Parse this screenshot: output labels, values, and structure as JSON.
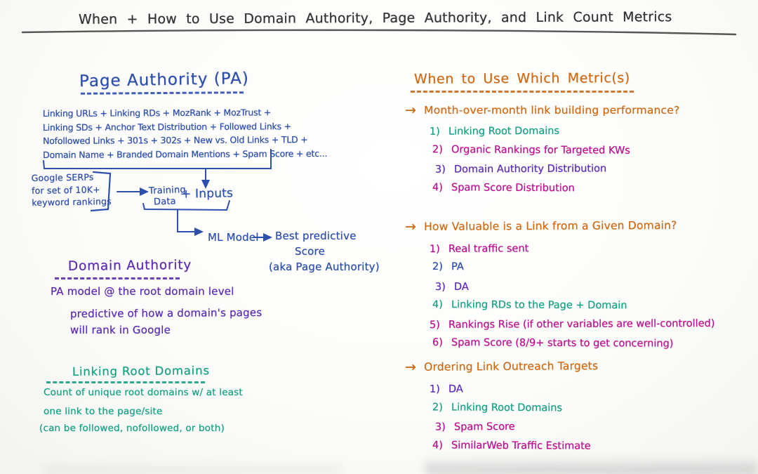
{
  "palette": {
    "ink": "#333333",
    "blue": "#2d4fae",
    "purple": "#5c2db2",
    "teal": "#16a184",
    "orange": "#cf6a14",
    "magenta": "#ba118f"
  },
  "title": "When + How to Use Domain Authority, Page Authority, and Link Count Metrics",
  "page_authority": {
    "heading": "Page Authority (PA)",
    "factor_lines": [
      "Linking URLs + Linking RDs + MozRank + MozTrust +",
      "Linking SDs + Anchor Text Distribution + Followed Links +",
      "Nofollowed Links + 301s + 302s + New vs. Old Links + TLD +",
      "Domain Name + Branded Domain Mentions + Spam Score + etc..."
    ],
    "serp_lines": [
      "Google SERPs",
      "for set of 10K+",
      "keyword rankings"
    ],
    "training_word1": "Training",
    "training_word2": "Data",
    "plus_inputs": "+ Inputs",
    "ml_model": "ML Model",
    "result_line1": "Best predictive",
    "result_line2": "Score",
    "result_line3": "(aka Page Authority)"
  },
  "domain_authority": {
    "heading": "Domain Authority",
    "line1": "PA model @ the root domain level",
    "line2": "predictive of how a domain's pages",
    "line3": "will rank in Google"
  },
  "linking_root_domains": {
    "heading": "Linking Root Domains",
    "line1": "Count of unique root domains w/ at least",
    "line2": "one link to the page/site",
    "line3": "(can be followed, nofollowed, or both)"
  },
  "when_to_use": {
    "heading": "When to Use Which Metric(s)",
    "arrow": "→",
    "sections": [
      {
        "question": "Month-over-month link building performance?",
        "items": [
          {
            "num": "1)",
            "label": "Linking Root Domains",
            "color": "teal"
          },
          {
            "num": "2)",
            "label": "Organic Rankings for Targeted KWs",
            "color": "magenta"
          },
          {
            "num": "3)",
            "label": "Domain Authority Distribution",
            "color": "purple"
          },
          {
            "num": "4)",
            "label": "Spam Score Distribution",
            "color": "magenta"
          }
        ]
      },
      {
        "question": "How Valuable is a Link from a Given Domain?",
        "items": [
          {
            "num": "1)",
            "label": "Real traffic sent",
            "color": "magenta"
          },
          {
            "num": "2)",
            "label": "PA",
            "color": "blue"
          },
          {
            "num": "3)",
            "label": "DA",
            "color": "purple"
          },
          {
            "num": "4)",
            "label": "Linking RDs to the Page + Domain",
            "color": "teal"
          },
          {
            "num": "5)",
            "label": "Rankings Rise (if other variables are well-controlled)",
            "color": "magenta"
          },
          {
            "num": "6)",
            "label": "Spam Score (8/9+ starts to get concerning)",
            "color": "magenta"
          }
        ]
      },
      {
        "question": "Ordering Link Outreach Targets",
        "items": [
          {
            "num": "1)",
            "label": "DA",
            "color": "purple"
          },
          {
            "num": "2)",
            "label": "Linking Root Domains",
            "color": "teal"
          },
          {
            "num": "3)",
            "label": "Spam Score",
            "color": "magenta"
          },
          {
            "num": "4)",
            "label": "SimilarWeb Traffic Estimate",
            "color": "magenta"
          }
        ]
      }
    ]
  }
}
